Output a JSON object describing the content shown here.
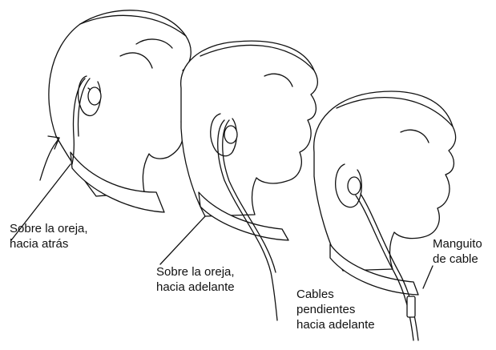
{
  "colors": {
    "ink": "#111111",
    "background": "#ffffff"
  },
  "figures": [
    {
      "id": "head-1",
      "wearing_style": "over-ear-back"
    },
    {
      "id": "head-2",
      "wearing_style": "over-ear-front"
    },
    {
      "id": "head-3",
      "wearing_style": "hanging-front"
    }
  ],
  "labels": {
    "over_ear_back": {
      "line1": "Sobre la oreja,",
      "line2": "hacia atrás"
    },
    "over_ear_front": {
      "line1": "Sobre la oreja,",
      "line2": "hacia adelante"
    },
    "hanging_front": {
      "line1": "Cables",
      "line2": "pendientes",
      "line3": "hacia adelante"
    },
    "cable_sleeve": {
      "line1": "Manguito",
      "line2": "de cable"
    }
  }
}
